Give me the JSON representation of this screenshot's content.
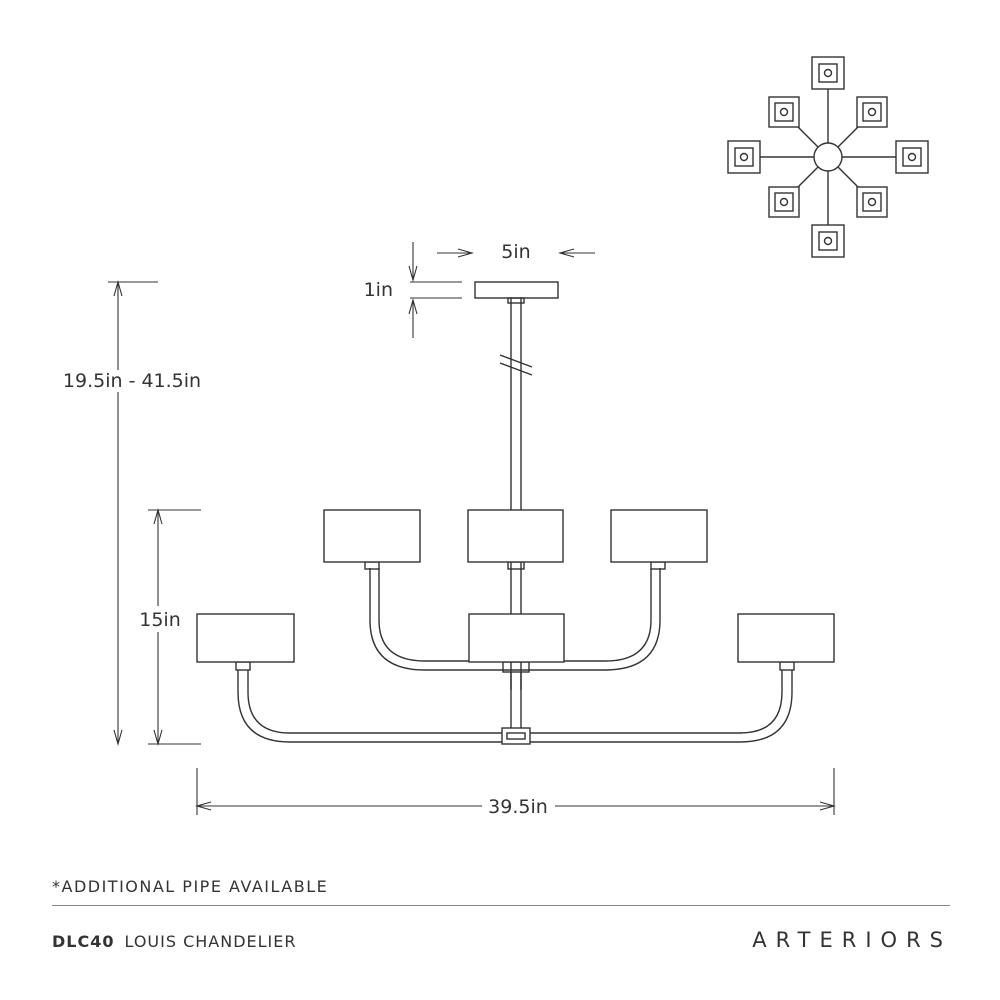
{
  "dimensions": {
    "canopy_width": "5in",
    "canopy_height": "1in",
    "overall_height": "19.5in - 41.5in",
    "body_height": "15in",
    "overall_width": "39.5in"
  },
  "note": "*ADDITIONAL PIPE AVAILABLE",
  "product": {
    "code": "DLC40",
    "name": "LOUIS CHANDELIER"
  },
  "brand": "ARTERIORS",
  "colors": {
    "line": "#333333",
    "rule": "#8a8a8a",
    "background": "#ffffff"
  }
}
